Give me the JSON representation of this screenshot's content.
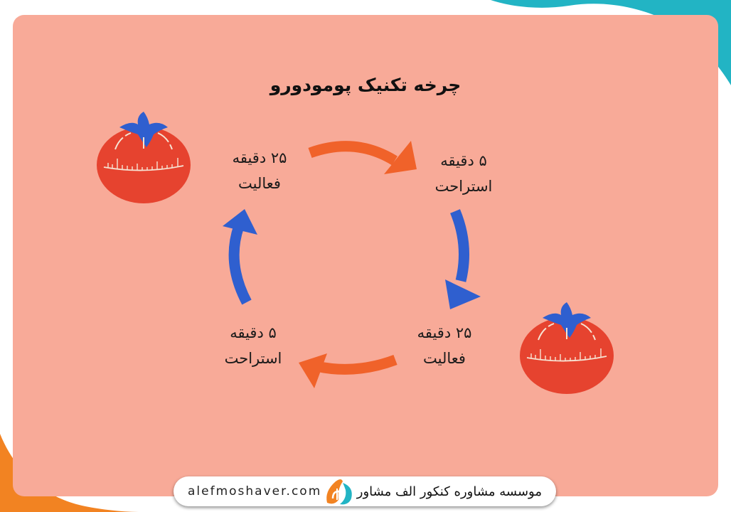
{
  "title": "چرخه تکنیک پومودورو",
  "cycle": [
    {
      "position": "top-left",
      "duration": "۲۵ دقیقه",
      "activity": "فعالیت"
    },
    {
      "position": "top-right",
      "duration": "۵ دقیقه",
      "activity": "استراحت"
    },
    {
      "position": "bottom-right",
      "duration": "۲۵ دقیقه",
      "activity": "فعالیت"
    },
    {
      "position": "bottom-left",
      "duration": "۵ دقیقه",
      "activity": "استراحت"
    }
  ],
  "arrows": [
    {
      "from": "top-left",
      "to": "top-right",
      "color": "#f0622a"
    },
    {
      "from": "top-right",
      "to": "bottom-right",
      "color": "#2f5fcf"
    },
    {
      "from": "bottom-right",
      "to": "bottom-left",
      "color": "#f0622a"
    },
    {
      "from": "bottom-left",
      "to": "top-left",
      "color": "#2f5fcf"
    }
  ],
  "colors": {
    "card_background": "#f8aa98",
    "tomato_body": "#e6432f",
    "tomato_leaf": "#2f5fcf",
    "teal_accent": "#22b4c4",
    "orange_accent": "#f28322"
  },
  "footer": {
    "url": "alefmoshaver.com",
    "name": "موسسه مشاوره کنکور الف مشاور"
  }
}
